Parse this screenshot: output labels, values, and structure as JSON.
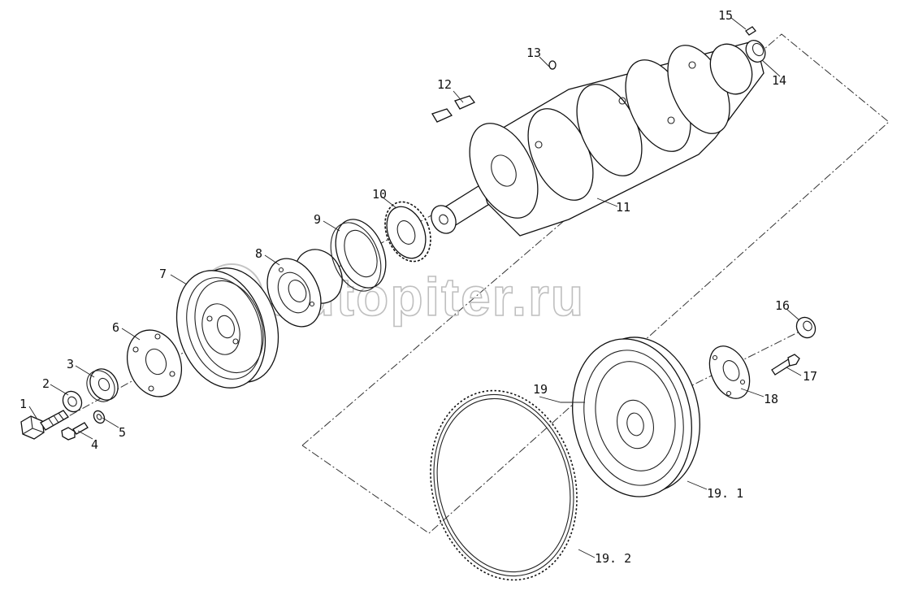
{
  "watermark": "autopiter.ru",
  "parts": [
    {
      "id": "1",
      "label": "1"
    },
    {
      "id": "2",
      "label": "2"
    },
    {
      "id": "3",
      "label": "3"
    },
    {
      "id": "4",
      "label": "4"
    },
    {
      "id": "5",
      "label": "5"
    },
    {
      "id": "6",
      "label": "6"
    },
    {
      "id": "7",
      "label": "7"
    },
    {
      "id": "8",
      "label": "8"
    },
    {
      "id": "9",
      "label": "9"
    },
    {
      "id": "10",
      "label": "10"
    },
    {
      "id": "11",
      "label": "11"
    },
    {
      "id": "12",
      "label": "12"
    },
    {
      "id": "13",
      "label": "13"
    },
    {
      "id": "14",
      "label": "14"
    },
    {
      "id": "15",
      "label": "15"
    },
    {
      "id": "16",
      "label": "16"
    },
    {
      "id": "17",
      "label": "17"
    },
    {
      "id": "18",
      "label": "18"
    },
    {
      "id": "19",
      "label": "19"
    },
    {
      "id": "19-1",
      "label": "19. 1"
    },
    {
      "id": "19-2",
      "label": "19. 2"
    }
  ]
}
